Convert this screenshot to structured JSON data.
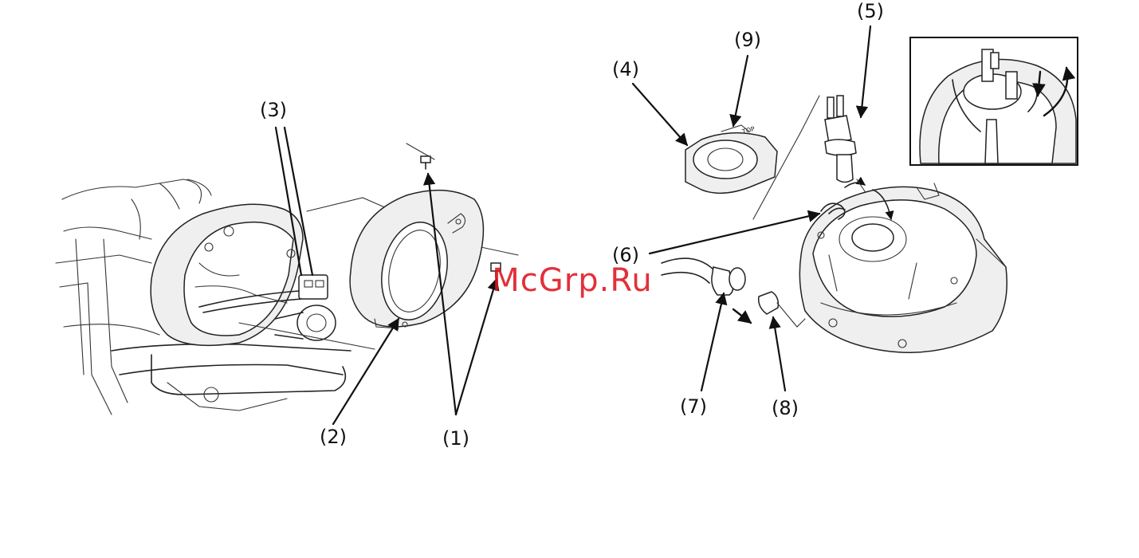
{
  "callouts": {
    "c1": "(1)",
    "c2": "(2)",
    "c3": "(3)",
    "c4": "(4)",
    "c5": "(5)",
    "c6": "(6)",
    "c7": "(7)",
    "c8": "(8)",
    "c9": "(9)"
  },
  "watermark": "McGrp.Ru",
  "colors": {
    "watermark": "#e0141e",
    "line": "#222222"
  }
}
